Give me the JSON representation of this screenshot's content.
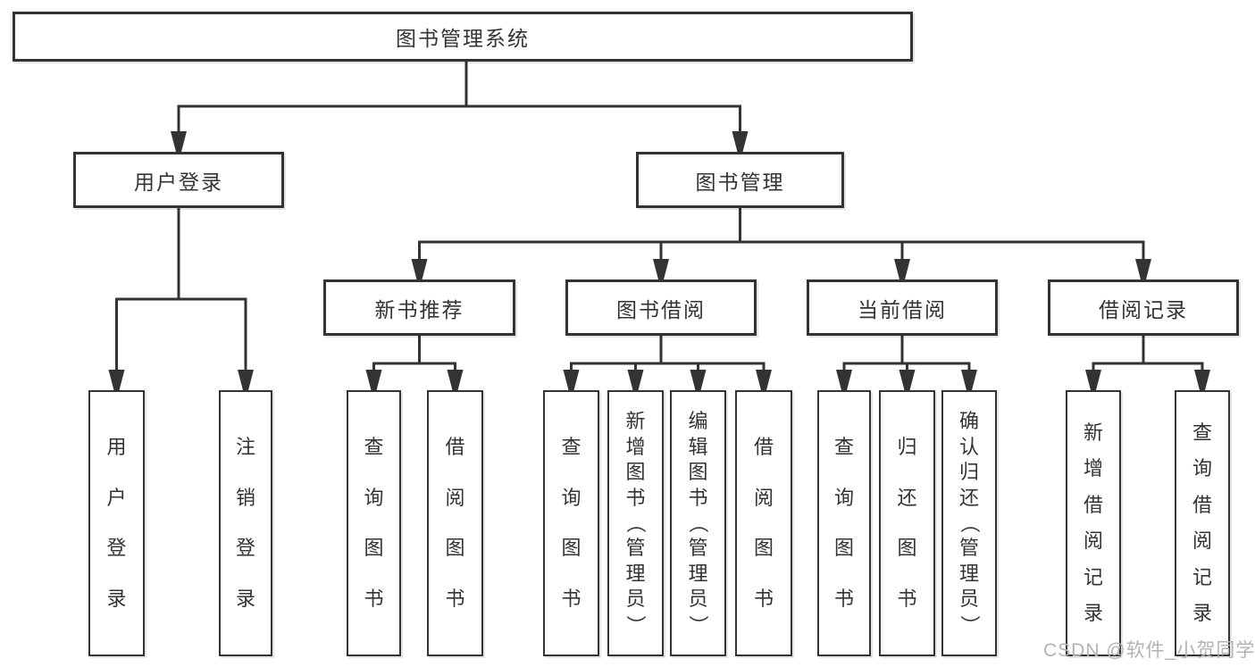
{
  "diagram": {
    "title": "图书管理系统",
    "root": {
      "label": "图书管理系统"
    },
    "branches": [
      {
        "label": "用户登录",
        "children": [
          {
            "label": "用户登录"
          },
          {
            "label": "注销登录"
          }
        ]
      },
      {
        "label": "图书管理",
        "sections": [
          {
            "label": "新书推荐",
            "children": [
              {
                "label": "查询图书"
              },
              {
                "label": "借阅图书"
              }
            ]
          },
          {
            "label": "图书借阅",
            "children": [
              {
                "label": "查询图书"
              },
              {
                "label": "新增图书（管理员）"
              },
              {
                "label": "编辑图书（管理员）"
              },
              {
                "label": "借阅图书"
              }
            ]
          },
          {
            "label": "当前借阅",
            "children": [
              {
                "label": "查询图书"
              },
              {
                "label": "归还图书"
              },
              {
                "label": "确认归还（管理员）"
              }
            ]
          },
          {
            "label": "借阅记录",
            "children": [
              {
                "label": "新增借阅记录"
              },
              {
                "label": "查询借阅记录"
              }
            ]
          }
        ]
      }
    ]
  },
  "watermark": {
    "text": "CSDN @软件_小贺同学"
  },
  "colors": {
    "line": "#333333",
    "text": "#333333",
    "watermark": "#b3b3b3",
    "background": "#ffffff"
  }
}
